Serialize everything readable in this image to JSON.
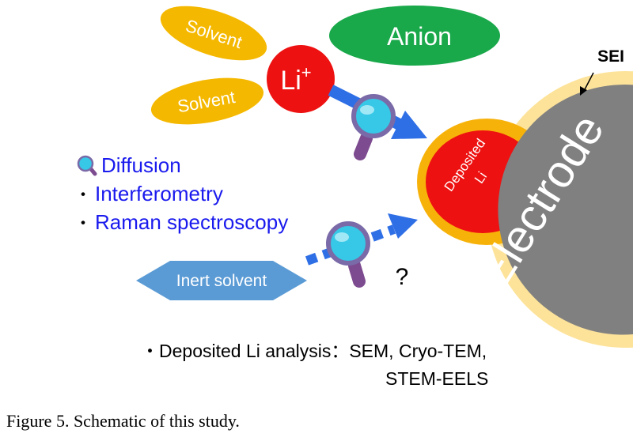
{
  "labels": {
    "solvent_top": "Solvent",
    "solvent_bottom": "Solvent",
    "anion": "Anion",
    "li_ion": "Li",
    "li_ion_charge": "+",
    "sei": "SEI",
    "deposited_line1": "Deposited",
    "deposited_line2": "Li",
    "electrode": "Electrode",
    "inert_solvent": "Inert solvent",
    "question_mark": "?"
  },
  "methods": {
    "heading": "Diffusion",
    "bullet": "・",
    "items": [
      "Interferometry",
      "Raman spectroscopy"
    ]
  },
  "analysis": {
    "line1": "・Deposited  Li analysis：SEM,  Cryo-TEM,",
    "line2": "STEM-EELS"
  },
  "caption": "Figure 5. Schematic of this study.",
  "colors": {
    "solvent": "#f5b800",
    "anion": "#19a84a",
    "li_ion": "#ee1111",
    "arrow": "#2f6fe6",
    "magnifier_lens": "#36c8e6",
    "magnifier_rim": "#7a6aa8",
    "magnifier_handle": "#7d4b8f",
    "sei": "#fde39a",
    "deposited_shell": "#f7b20a",
    "deposited_core": "#ee1111",
    "electrode": "#7f7f7f",
    "inert_solvent": "#5b9bd5",
    "method_text": "#1a1aee"
  }
}
